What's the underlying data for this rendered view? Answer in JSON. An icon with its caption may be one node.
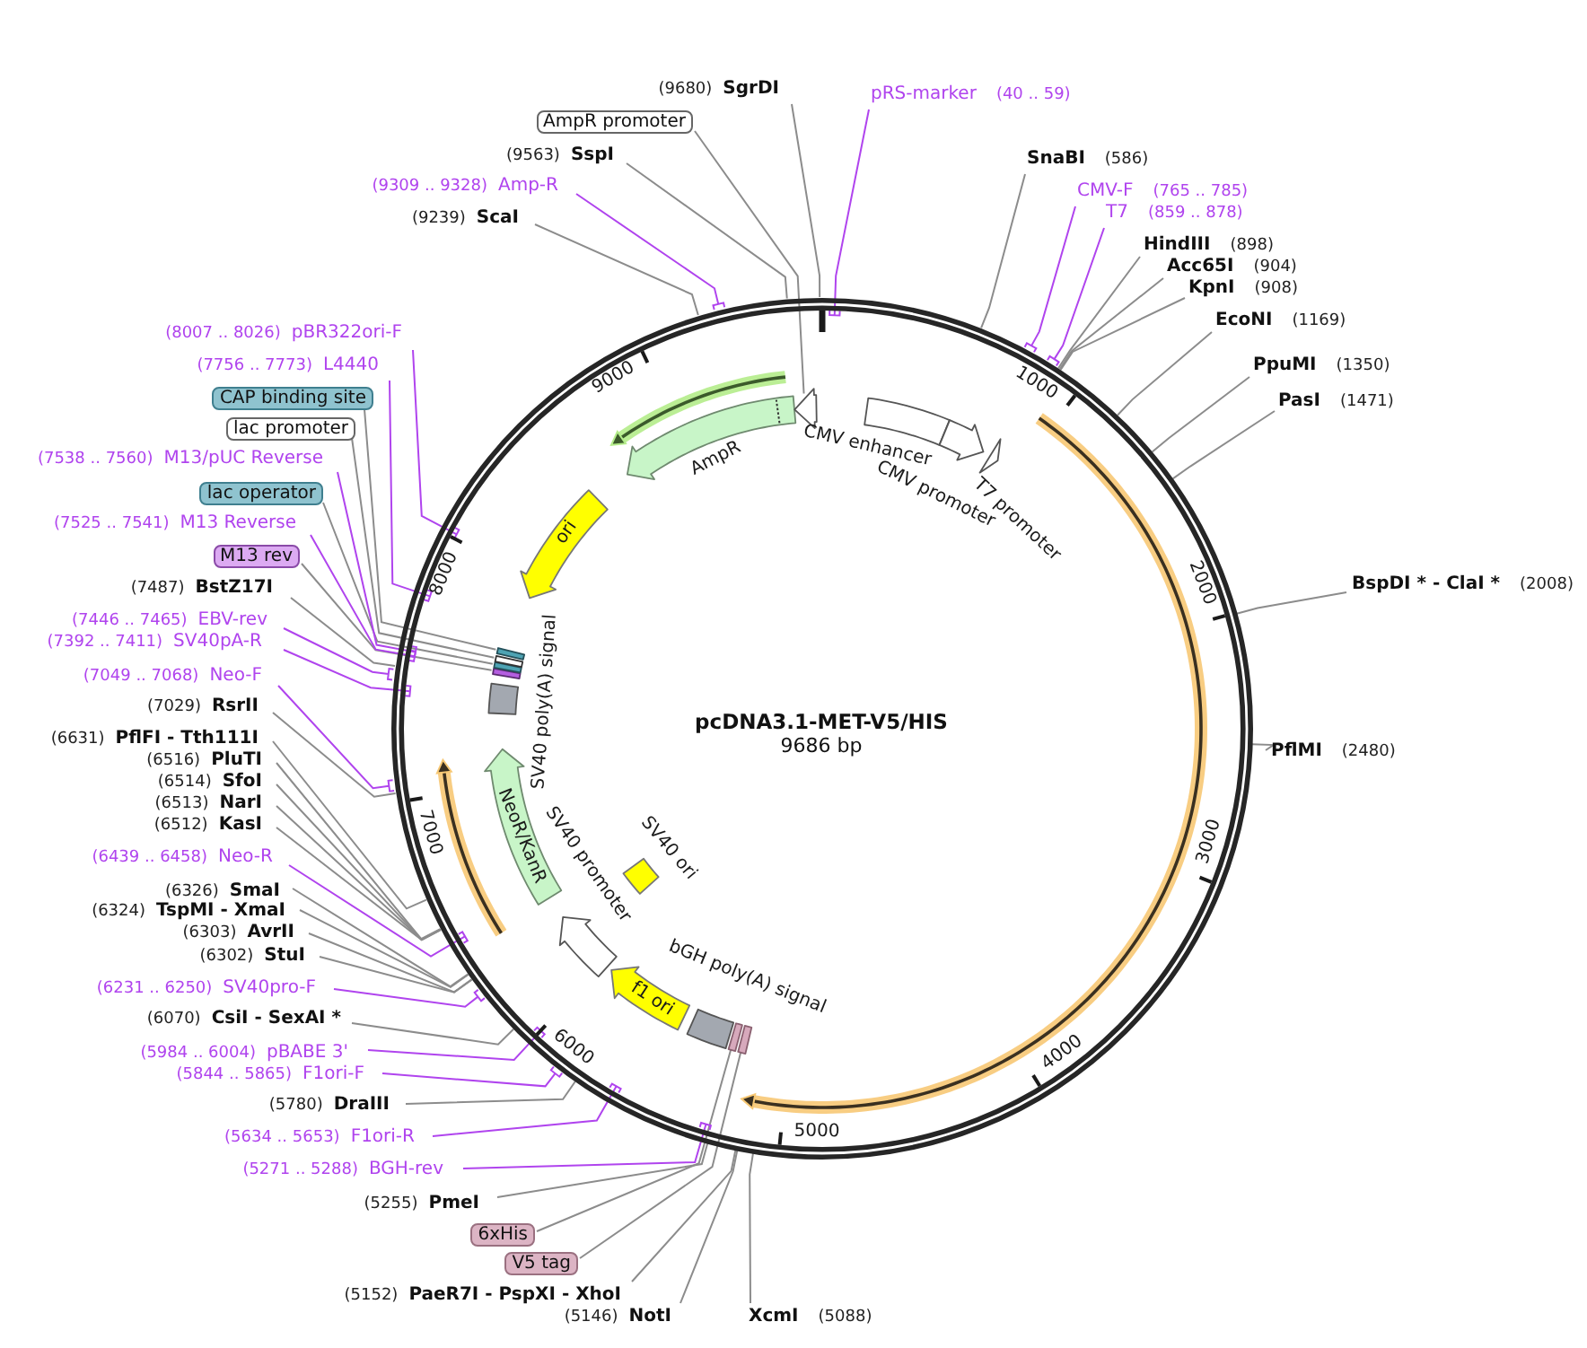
{
  "diagram": {
    "nodes": [
      {
        "text": [
          "pcDNA3.1-MET-V5/HIS",
          "9686 bp"
        ]
      },
      {
        "text": [],
        "shape": "box",
        "in": 0,
        "beside": [
          "CMV enhancer"
        ]
      },
      {
        "text": [],
        "shape": "arrow",
        "in": 0,
        "beside": [
          "CMV promoter"
        ]
      },
      {
        "text": [],
        "shape": "arrow",
        "in": 0,
        "beside": [
          "T7 promoter"
        ]
      },
      {
        "text": [],
        "shape": "bar",
        "in": 0
      },
      {
        "text": [],
        "shape": "bar",
        "in": 0
      },
      {
        "text": [],
        "shape": "box",
        "in": 0,
        "beside": [
          "bGH poly(A) signal"
        ]
      },
      {
        "text": [
          "f1 ori"
        ],
        "in": 0
      },
      {
        "text": [],
        "shape": "arrow",
        "in": 0,
        "beside": [
          "SV40 promoter"
        ]
      },
      {
        "text": [],
        "shape": "box",
        "in": 0,
        "beside": [
          "SV40 ori"
        ]
      },
      {
        "text": [
          "NeoR/KanR"
        ],
        "in": 0
      },
      {
        "text": [],
        "shape": "box",
        "in": 0
      },
      {
        "text": [],
        "shape": "bar",
        "in": 0
      },
      {
        "text": [],
        "shape": "bar",
        "in": 0
      },
      {
        "text": [],
        "shape": "bar",
        "in": 0
      },
      {
        "text": [],
        "shape": "bar",
        "in": 0
      },
      {
        "text": [
          "ori"
        ],
        "in": 0
      },
      {
        "text": [],
        "shape": "arrow",
        "in": 0,
        "beside": [
          "AmpR"
        ]
      },
      {
        "text": [],
        "shape": "arrow",
        "in": 0
      },
      {
        "text": [
          "pRS-marker",
          "(40 .. 59)"
        ]
      },
      {
        "text": [
          "SnaBI",
          "(586)"
        ]
      },
      {
        "text": [
          "CMV-F",
          "(765 .. 785)"
        ]
      },
      {
        "text": [
          "T7",
          "(859 .. 878)"
        ]
      },
      {
        "text": [
          "HindIII",
          "(898)"
        ]
      },
      {
        "text": [
          "Acc65I",
          "(904)"
        ]
      },
      {
        "text": [
          "KpnI",
          "(908)"
        ]
      },
      {
        "text": [
          "EcoNI",
          "(1169)"
        ]
      },
      {
        "text": [
          "PpuMI",
          "(1350)"
        ]
      },
      {
        "text": [
          "PasI",
          "(1471)"
        ]
      },
      {
        "text": [
          "BspDI * - ClaI *",
          "(2008)"
        ]
      },
      {
        "text": [
          "PflMI",
          "(2480)"
        ]
      },
      {
        "text": [
          "XcmI",
          "(5088)"
        ]
      },
      {
        "text": [
          "(5146)",
          "NotI"
        ]
      },
      {
        "text": [
          "(5152)",
          "PaeR7I - PspXI - XhoI"
        ]
      },
      {
        "text": [
          "V5 tag"
        ]
      },
      {
        "text": [
          "6xHis"
        ]
      },
      {
        "text": [
          "(5255)",
          "PmeI"
        ]
      },
      {
        "text": [
          "(5271 .. 5288)",
          "BGH-rev"
        ]
      },
      {
        "text": [
          "(5634 .. 5653)",
          "F1ori-R"
        ]
      },
      {
        "text": [
          "(5780)",
          "DraIII"
        ]
      },
      {
        "text": [
          "(5844 .. 5865)",
          "F1ori-F"
        ]
      },
      {
        "text": [
          "(5984 .. 6004)",
          "pBABE 3'"
        ]
      },
      {
        "text": [
          "(6070)",
          "CsiI - SexAI *"
        ]
      },
      {
        "text": [
          "(6231 .. 6250)",
          "SV40pro-F"
        ]
      },
      {
        "text": [
          "(6302)",
          "StuI"
        ]
      },
      {
        "text": [
          "(6303)",
          "AvrII"
        ]
      },
      {
        "text": [
          "(6324)",
          "TspMI - XmaI"
        ]
      },
      {
        "text": [
          "(6326)",
          "SmaI"
        ]
      },
      {
        "text": [
          "(6439 .. 6458)",
          "Neo-R"
        ]
      },
      {
        "text": [
          "(6512)",
          "KasI"
        ]
      },
      {
        "text": [
          "(6513)",
          "NarI"
        ]
      },
      {
        "text": [
          "(6514)",
          "SfoI"
        ]
      },
      {
        "text": [
          "(6516)",
          "PluTI"
        ]
      },
      {
        "text": [
          "(6631)",
          "PflFI - Tth111I"
        ]
      },
      {
        "text": [
          "(7029)",
          "RsrII"
        ]
      },
      {
        "text": [
          "(7049 .. 7068)",
          "Neo-F"
        ]
      },
      {
        "text": [
          "(7392 .. 7411)",
          "SV40pA-R"
        ]
      },
      {
        "text": [
          "(7446 .. 7465)",
          "EBV-rev"
        ]
      },
      {
        "text": [
          "(7487)",
          "BstZ17I"
        ]
      },
      {
        "text": [
          "M13 rev"
        ]
      },
      {
        "text": [
          "(7525 .. 7541)",
          "M13 Reverse"
        ]
      },
      {
        "text": [
          "lac operator"
        ]
      },
      {
        "text": [
          "(7538 .. 7560)",
          "M13/pUC Reverse"
        ]
      },
      {
        "text": [
          "lac promoter"
        ]
      },
      {
        "text": [
          "CAP binding site"
        ]
      },
      {
        "text": [
          "(7756 .. 7773)",
          "L4440"
        ]
      },
      {
        "text": [
          "(8007 .. 8026)",
          "pBR322ori-F"
        ]
      },
      {
        "text": [
          "(9239)",
          "ScaI"
        ]
      },
      {
        "text": [
          "(9309 .. 9328)",
          "Amp-R"
        ]
      },
      {
        "text": [
          "(9563)",
          "SspI"
        ]
      },
      {
        "text": [
          "AmpR promoter"
        ]
      },
      {
        "text": [
          "(9680)",
          "SgrDI"
        ]
      }
    ],
    "edges": [
      {
        "from": 19,
        "to": 0,
        "arrow": "none",
        "color": "#b044ee"
      },
      {
        "from": 20,
        "to": 0,
        "arrow": "none"
      },
      {
        "from": 21,
        "to": 0,
        "arrow": "none",
        "color": "#b044ee"
      },
      {
        "from": 22,
        "to": 0,
        "arrow": "none",
        "color": "#b044ee"
      },
      {
        "from": 23,
        "to": 0,
        "arrow": "none"
      },
      {
        "from": 24,
        "to": 0,
        "arrow": "none"
      },
      {
        "from": 25,
        "to": 0,
        "arrow": "none"
      },
      {
        "from": 26,
        "to": 0,
        "arrow": "none"
      },
      {
        "from": 27,
        "to": 0,
        "arrow": "none"
      },
      {
        "from": 28,
        "to": 0,
        "arrow": "none"
      },
      {
        "from": 29,
        "to": 0,
        "arrow": "none"
      },
      {
        "from": 30,
        "to": 0,
        "arrow": "none"
      },
      {
        "from": 31,
        "to": 0,
        "arrow": "none"
      },
      {
        "from": 32,
        "to": 0,
        "arrow": "none"
      },
      {
        "from": 33,
        "to": 0,
        "arrow": "none"
      },
      {
        "from": 34,
        "to": 4,
        "arrow": "none"
      },
      {
        "from": 35,
        "to": 5,
        "arrow": "none"
      },
      {
        "from": 36,
        "to": 0,
        "arrow": "none"
      },
      {
        "from": 37,
        "to": 0,
        "arrow": "none",
        "color": "#b044ee"
      },
      {
        "from": 38,
        "to": 0,
        "arrow": "none",
        "color": "#b044ee"
      },
      {
        "from": 39,
        "to": 0,
        "arrow": "none"
      },
      {
        "from": 40,
        "to": 0,
        "arrow": "none",
        "color": "#b044ee"
      },
      {
        "from": 41,
        "to": 0,
        "arrow": "none",
        "color": "#b044ee"
      },
      {
        "from": 42,
        "to": 0,
        "arrow": "none"
      },
      {
        "from": 43,
        "to": 0,
        "arrow": "none",
        "color": "#b044ee"
      },
      {
        "from": 44,
        "to": 0,
        "arrow": "none"
      },
      {
        "from": 45,
        "to": 0,
        "arrow": "none"
      },
      {
        "from": 46,
        "to": 0,
        "arrow": "none"
      },
      {
        "from": 47,
        "to": 0,
        "arrow": "none"
      },
      {
        "from": 48,
        "to": 0,
        "arrow": "none",
        "color": "#b044ee"
      },
      {
        "from": 49,
        "to": 0,
        "arrow": "none"
      },
      {
        "from": 50,
        "to": 0,
        "arrow": "none"
      },
      {
        "from": 51,
        "to": 0,
        "arrow": "none"
      },
      {
        "from": 52,
        "to": 0,
        "arrow": "none"
      },
      {
        "from": 53,
        "to": 0,
        "arrow": "none"
      },
      {
        "from": 54,
        "to": 0,
        "arrow": "none"
      },
      {
        "from": 55,
        "to": 0,
        "arrow": "none",
        "color": "#b044ee"
      },
      {
        "from": 56,
        "to": 0,
        "arrow": "none",
        "color": "#b044ee"
      },
      {
        "from": 57,
        "to": 0,
        "arrow": "none",
        "color": "#b044ee"
      },
      {
        "from": 58,
        "to": 0,
        "arrow": "none"
      },
      {
        "from": 59,
        "to": 12,
        "arrow": "none"
      },
      {
        "from": 60,
        "to": 0,
        "arrow": "none",
        "color": "#b044ee"
      },
      {
        "from": 61,
        "to": 13,
        "arrow": "none"
      },
      {
        "from": 62,
        "to": 0,
        "arrow": "none",
        "color": "#b044ee"
      },
      {
        "from": 63,
        "to": 14,
        "arrow": "none"
      },
      {
        "from": 64,
        "to": 15,
        "arrow": "none"
      },
      {
        "from": 65,
        "to": 0,
        "arrow": "none",
        "color": "#b044ee"
      },
      {
        "from": 66,
        "to": 0,
        "arrow": "none",
        "color": "#b044ee"
      },
      {
        "from": 67,
        "to": 0,
        "arrow": "none"
      },
      {
        "from": 68,
        "to": 0,
        "arrow": "none",
        "color": "#b044ee"
      },
      {
        "from": 69,
        "to": 0,
        "arrow": "none"
      },
      {
        "from": 70,
        "to": 18,
        "arrow": "none"
      },
      {
        "from": 71,
        "to": 0,
        "arrow": "none"
      }
    ],
    "labels": [
      "1000",
      "2000",
      "3000",
      "4000",
      "5000",
      "6000",
      "7000",
      "8000",
      "9000",
      "SV40 poly(A) signal"
    ]
  }
}
